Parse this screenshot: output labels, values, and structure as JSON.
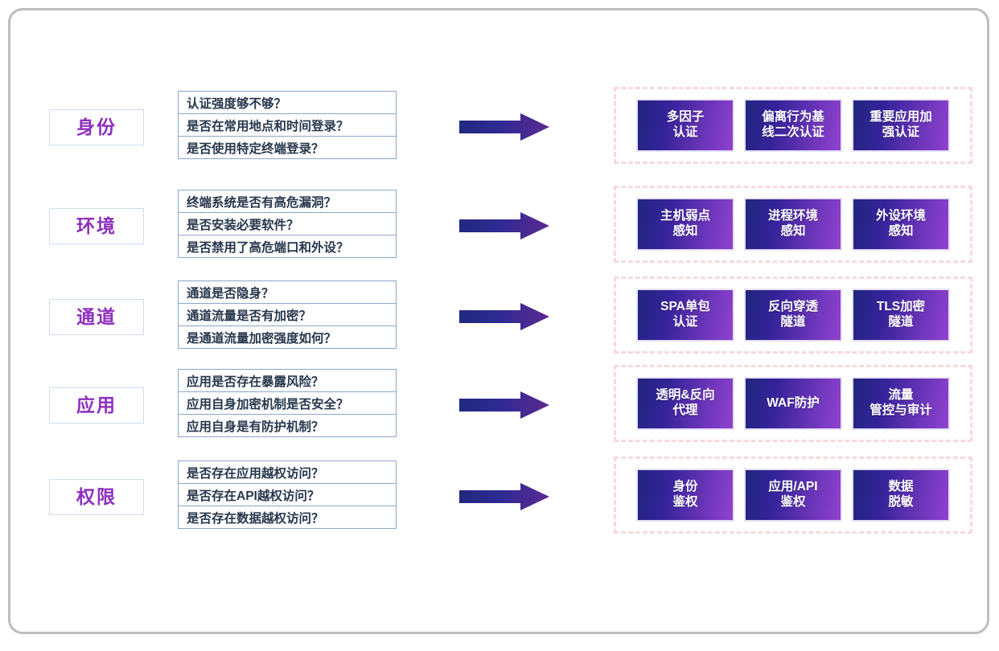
{
  "diagram": {
    "arrow_icon": "right-block-arrow",
    "colors": {
      "frame_border": "#bdbdbd",
      "category_text": "#8e2fbe",
      "category_border": "#cfdcef",
      "question_border": "#8aa7c8",
      "question_text": "#27374d",
      "dashed_group_border": "#f7d9dd",
      "capability_gradient_start": "#21257e",
      "capability_gradient_end": "#9042cf",
      "capability_text": "#ffffff"
    },
    "rows": [
      {
        "category": "身份",
        "questions": [
          "认证强度够不够？",
          "是否在常用地点和时间登录？",
          "是否使用特定终端登录？"
        ],
        "capabilities": [
          "多因子\n认证",
          "偏离行为基\n线二次认证",
          "重要应用加\n强认证"
        ]
      },
      {
        "category": "环境",
        "questions": [
          "终端系统是否有高危漏洞？",
          "是否安装必要软件？",
          "是否禁用了高危端口和外设？"
        ],
        "capabilities": [
          "主机弱点\n感知",
          "进程环境\n感知",
          "外设环境\n感知"
        ]
      },
      {
        "category": "通道",
        "questions": [
          "通道是否隐身？",
          "通道流量是否有加密？",
          "是通道流量加密强度如何？"
        ],
        "capabilities": [
          "SPA单包\n认证",
          "反向穿透\n隧道",
          "TLS加密\n隧道"
        ]
      },
      {
        "category": "应用",
        "questions": [
          "应用是否存在暴露风险？",
          "应用自身加密机制是否安全？",
          "应用自身是有防护机制？"
        ],
        "capabilities": [
          "透明&反向\n代理",
          "WAF防护",
          "流量\n管控与审计"
        ]
      },
      {
        "category": "权限",
        "questions": [
          "是否存在应用越权访问？",
          "是否存在API越权访问？",
          "是否存在数据越权访问？"
        ],
        "capabilities": [
          "身份\n鉴权",
          "应用/API\n鉴权",
          "数据\n脱敏"
        ]
      }
    ]
  }
}
